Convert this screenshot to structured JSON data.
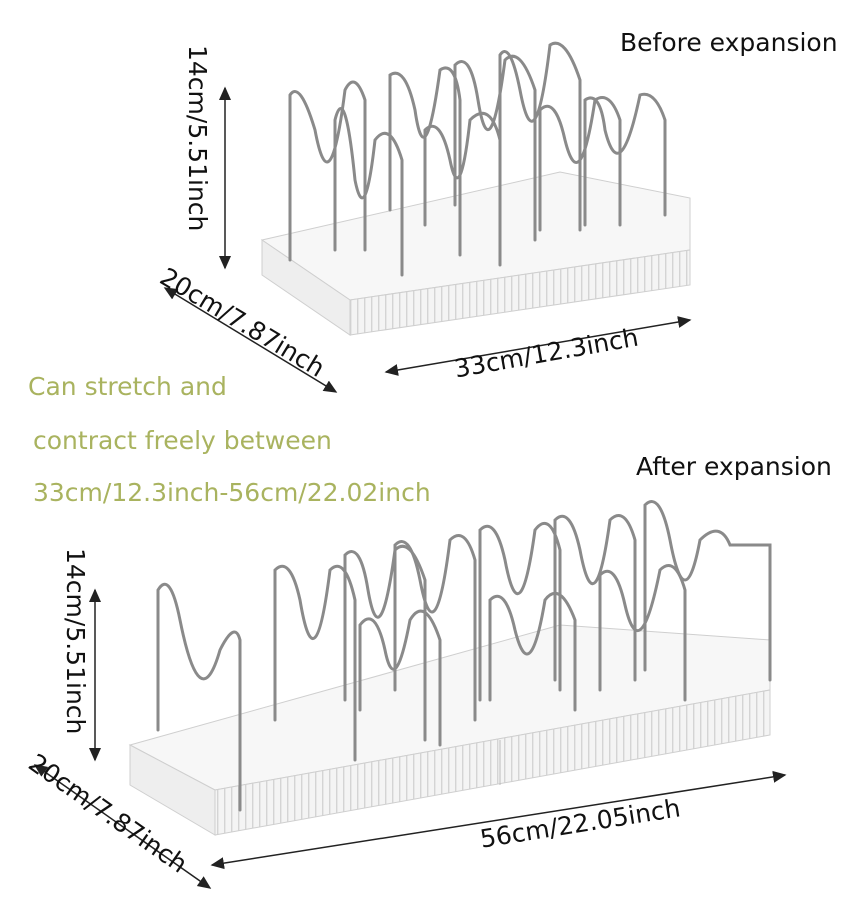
{
  "before": {
    "title": "Before expansion",
    "height_label": "14cm/5.51inch",
    "depth_label": "20cm/7.87inch",
    "width_label": "33cm/12.3inch"
  },
  "note": {
    "line1": "Can stretch and",
    "line2": "contract freely between",
    "line3": "33cm/12.3inch-56cm/22.02inch",
    "color": "#a9b35f"
  },
  "after": {
    "title": "After expansion",
    "height_label": "14cm/5.51inch",
    "depth_label": "20cm/7.87inch",
    "width_label": "56cm/22.05inch"
  }
}
